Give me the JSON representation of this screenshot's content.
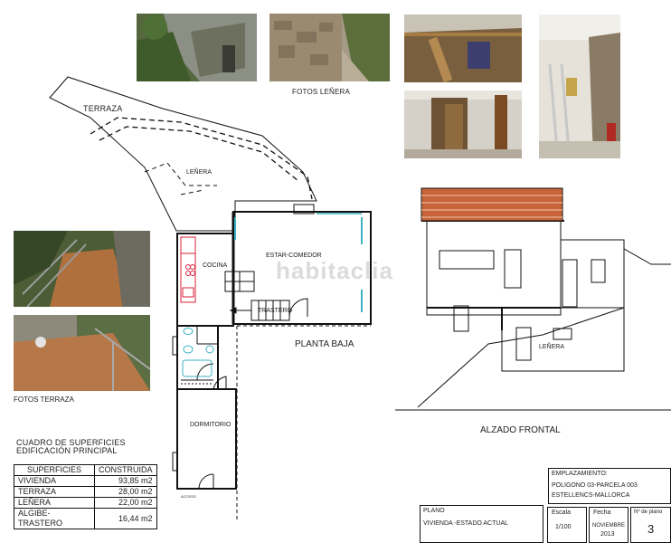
{
  "photos": {
    "lenera_label": "FOTOS LEÑERA",
    "terraza_label": "FOTOS TERRAZA"
  },
  "plan": {
    "terraza": "TERRAZA",
    "lenera": "LEÑERA",
    "cocina": "COCINA",
    "estar_comedor": "ESTAR-COMEDOR",
    "trastero": "TRASTERO",
    "dormitorio": "DORMITORIO",
    "planta_baja": "PLANTA BAJA",
    "acceso": "ACCESO"
  },
  "alzado": {
    "title": "ALZADO FRONTAL",
    "lenera": "LEÑERA"
  },
  "surfaces": {
    "title_line1": "CUADRO DE SUPERFICIES",
    "title_line2": "EDIFICACIÓN PRINCIPAL",
    "header": [
      "SUPERFICIES",
      "CONSTRUIDA"
    ],
    "rows": [
      {
        "name": "VIVIENDA",
        "value": "93,85 m2"
      },
      {
        "name": "TERRAZA",
        "value": "28,00 m2"
      },
      {
        "name": "LEÑERA",
        "value": "22,00 m2"
      },
      {
        "name": "ALGIBE-TRASTERO",
        "value": "16,44 m2"
      }
    ]
  },
  "titleblock": {
    "emplazamiento_label": "EMPLAZAMIENTO:",
    "poligono": "POLIGONO 03-PARCELA 003",
    "municipio": "ESTELLENCS-MALLORCA",
    "plano_label": "PLANO",
    "plano_value": "VIVIENDA -ESTADO ACTUAL",
    "escala_label": "Escala",
    "escala_value": "1/100",
    "fecha_label": "Fecha",
    "fecha_value_1": "NOVIEMBRE",
    "fecha_value_2": "2013",
    "nplano_label": "Nº de plano",
    "nplano_value": "3"
  },
  "watermark": "habitaclia",
  "colors": {
    "line": "#111111",
    "roof_tile": "#c8643a",
    "kitchen_red": "#d8203a",
    "bath_cyan": "#3bb3c4"
  }
}
